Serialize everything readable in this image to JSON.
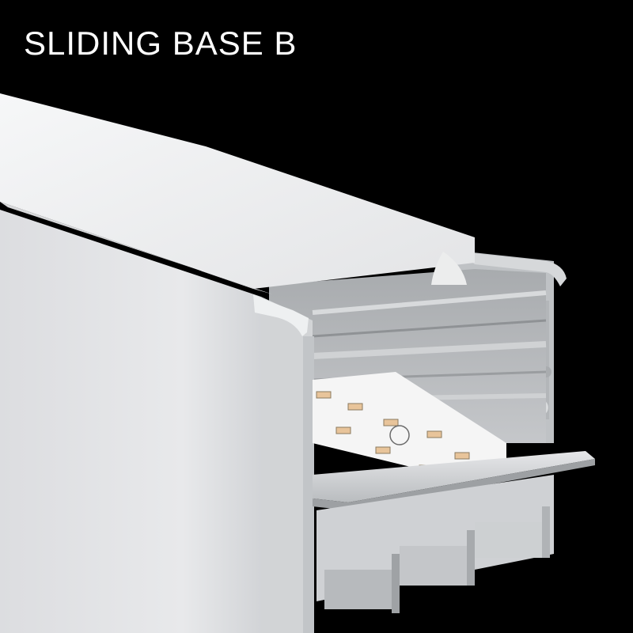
{
  "title": "SLIDING BASE B",
  "colors": {
    "background": "#000000",
    "title_text": "#ffffff",
    "aluminium_light": "#e9eaeb",
    "aluminium_mid": "#c9cbcd",
    "aluminium_dark": "#8e9093",
    "diffuser": "#f1f2f3",
    "led_chip": "#e8c49a",
    "pcb": "#f4f4f4"
  },
  "figure": {
    "subject": "aluminium-led-profile",
    "parts": [
      "diffuser-cover",
      "profile-housing",
      "sliding-base-tray",
      "led-strip"
    ]
  }
}
